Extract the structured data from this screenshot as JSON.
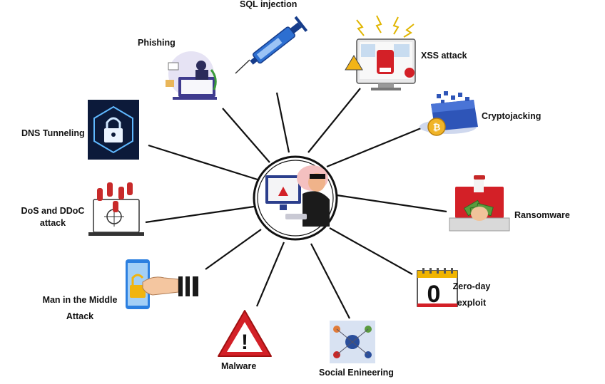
{
  "center": {
    "icon": "hacker-at-computer-icon"
  },
  "attacks": [
    {
      "id": "sql-injection",
      "label": "SQL injection",
      "icon": "syringe-icon"
    },
    {
      "id": "phishing",
      "label": "Phishing",
      "icon": "phishing-hook-icon"
    },
    {
      "id": "xss",
      "label": "XSS attack",
      "icon": "xss-monitor-icon"
    },
    {
      "id": "cryptojacking",
      "label": "Cryptojacking",
      "icon": "crypto-server-icon"
    },
    {
      "id": "dns-tunneling",
      "label": "DNS Tunneling",
      "icon": "padlock-hexagon-icon"
    },
    {
      "id": "dos-ddos",
      "label": [
        "DoS and DDoC",
        "attack"
      ],
      "icon": "bombs-laptop-icon"
    },
    {
      "id": "ransomware",
      "label": "Ransomware",
      "icon": "ransomware-laptop-icon"
    },
    {
      "id": "mitm",
      "label": [
        "Man in the Middle",
        "Attack"
      ],
      "icon": "phone-hand-icon"
    },
    {
      "id": "zero-day",
      "label": [
        "Zero-day",
        "exploit"
      ],
      "icon": "calendar-zero-icon",
      "calendar_digit": "0"
    },
    {
      "id": "malware",
      "label": "Malware",
      "icon": "warning-triangle-icon",
      "warning_mark": "!"
    },
    {
      "id": "social",
      "label": "Social Enineering",
      "icon": "social-network-icon"
    }
  ],
  "colors": {
    "line": "#111111",
    "red": "#d32027",
    "blue": "#1f4fae",
    "gold": "#e8b21a"
  }
}
